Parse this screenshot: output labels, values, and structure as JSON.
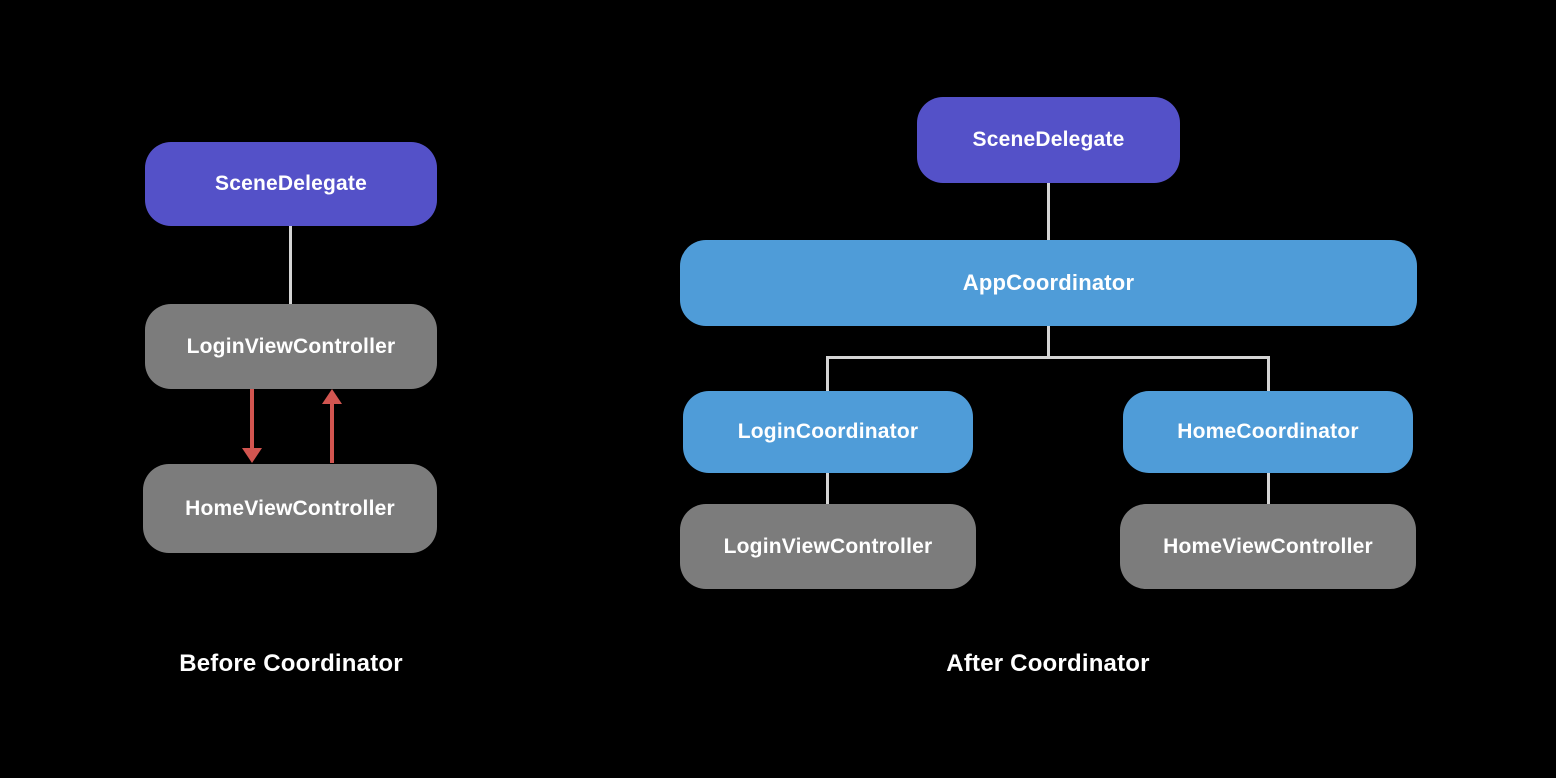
{
  "colors": {
    "background": "#000000",
    "delegate": "#5451c8",
    "coordinator": "#4f9cd8",
    "view_controller": "#7c7c7c",
    "connector": "#d4d4d4",
    "arrow": "#d25550",
    "text": "#ffffff"
  },
  "before": {
    "caption": "Before Coordinator",
    "nodes": [
      {
        "id": "scene-delegate",
        "label": "SceneDelegate",
        "type": "delegate"
      },
      {
        "id": "login-view-controller",
        "label": "LoginViewController",
        "type": "view-controller"
      },
      {
        "id": "home-view-controller",
        "label": "HomeViewController",
        "type": "view-controller"
      }
    ],
    "edges": [
      {
        "from": "SceneDelegate",
        "to": "LoginViewController",
        "style": "plain-line"
      },
      {
        "from": "LoginViewController",
        "to": "HomeViewController",
        "style": "red-arrow-down"
      },
      {
        "from": "HomeViewController",
        "to": "LoginViewController",
        "style": "red-arrow-up"
      }
    ]
  },
  "after": {
    "caption": "After Coordinator",
    "nodes": [
      {
        "id": "scene-delegate",
        "label": "SceneDelegate",
        "type": "delegate"
      },
      {
        "id": "app-coordinator",
        "label": "AppCoordinator",
        "type": "coordinator"
      },
      {
        "id": "login-coordinator",
        "label": "LoginCoordinator",
        "type": "coordinator"
      },
      {
        "id": "home-coordinator",
        "label": "HomeCoordinator",
        "type": "coordinator"
      },
      {
        "id": "login-view-controller",
        "label": "LoginViewController",
        "type": "view-controller"
      },
      {
        "id": "home-view-controller",
        "label": "HomeViewController",
        "type": "view-controller"
      }
    ],
    "edges": [
      {
        "from": "SceneDelegate",
        "to": "AppCoordinator",
        "style": "plain-line"
      },
      {
        "from": "AppCoordinator",
        "to": "LoginCoordinator",
        "style": "plain-line"
      },
      {
        "from": "AppCoordinator",
        "to": "HomeCoordinator",
        "style": "plain-line"
      },
      {
        "from": "LoginCoordinator",
        "to": "LoginViewController",
        "style": "plain-line"
      },
      {
        "from": "HomeCoordinator",
        "to": "HomeViewController",
        "style": "plain-line"
      }
    ]
  }
}
